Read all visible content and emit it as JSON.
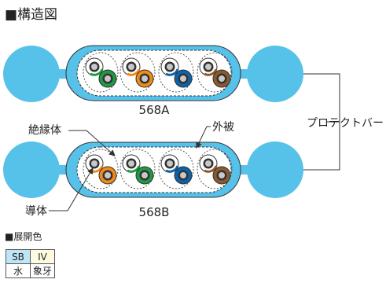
{
  "title": "■構造図",
  "label_568a": "568A",
  "label_568b": "568B",
  "callouts": {
    "insulation": "絶縁体",
    "jacket": "外被",
    "conductor": "導体",
    "protector_bar": "プロテクトバー"
  },
  "legend": {
    "heading": "■展開色",
    "codes": [
      "SB",
      "IV"
    ],
    "names": [
      "水",
      "象牙"
    ]
  },
  "colors": {
    "sky_blue": "#56c1e9",
    "green": "#1e9a42",
    "orange": "#f08a19",
    "blue": "#0a63ad",
    "brown": "#8c5a2a"
  },
  "pairs_568a": [
    {
      "stripe": "green",
      "solid": "green"
    },
    {
      "stripe": "orange",
      "solid": "orange"
    },
    {
      "stripe": "blue",
      "solid": "blue"
    },
    {
      "stripe": "brown",
      "solid": "brown"
    }
  ],
  "pairs_568b": [
    {
      "stripe": "orange",
      "solid": "orange"
    },
    {
      "stripe": "green",
      "solid": "green"
    },
    {
      "stripe": "blue",
      "solid": "blue"
    },
    {
      "stripe": "brown",
      "solid": "brown"
    }
  ]
}
